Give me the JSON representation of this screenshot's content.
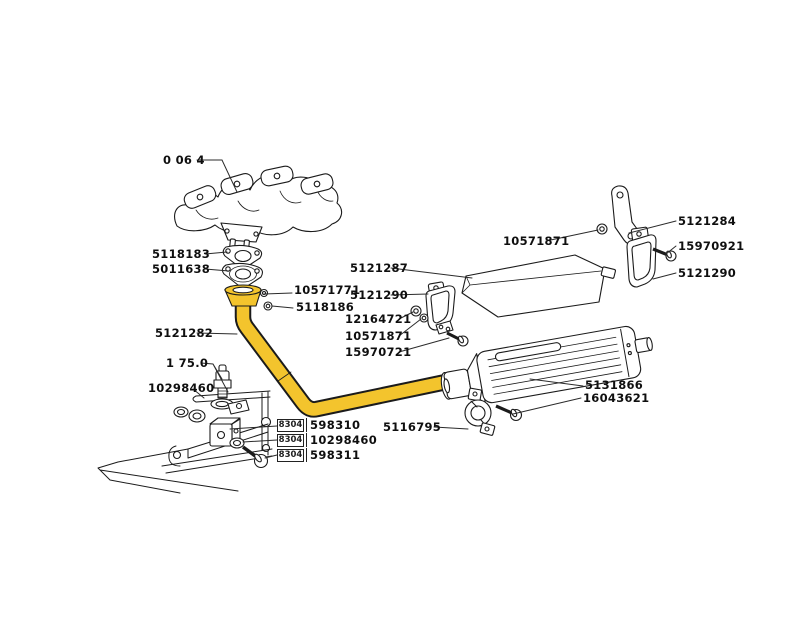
{
  "diagram": {
    "subject": "Exhaust system exploded parts diagram",
    "highlight_color": "#F3C42D",
    "line_color": "#1B1B1B"
  },
  "labels": {
    "figure_ref": "0 06 4",
    "gasket_upper": "5118183",
    "gasket_lower": "5011638",
    "pipe_ring": "10571771",
    "pipe_nut": "5118186",
    "front_pipe": "5121282",
    "sensor_ref": "1 75.0",
    "sensor_seal": "10298460",
    "heat_shield": "5121287",
    "hanger_mid": "5121290",
    "washer_mid": "12164721",
    "nut_mid": "10571871",
    "bolt_mid": "15970721",
    "nut_top": "10571871",
    "link_strap": "5121284",
    "bolt_top": "15970921",
    "hanger_right": "5121290",
    "silencer": "5131866",
    "silencer_alt": "16043621",
    "clamp": "5116795"
  },
  "table": {
    "rows": [
      {
        "code": "8304",
        "part": "598310"
      },
      {
        "code": "8304",
        "part": "10298460"
      },
      {
        "code": "8304",
        "part": "598311"
      }
    ]
  }
}
